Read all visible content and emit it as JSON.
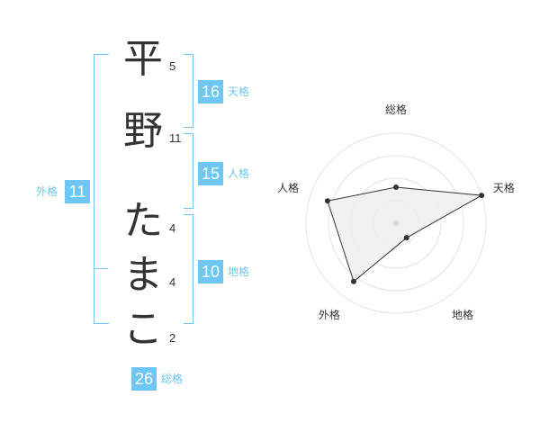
{
  "name": {
    "characters": [
      {
        "char": "平",
        "strokes": "5"
      },
      {
        "char": "野",
        "strokes": "11"
      },
      {
        "char": "た",
        "strokes": "4"
      },
      {
        "char": "ま",
        "strokes": "4"
      },
      {
        "char": "こ",
        "strokes": "2"
      }
    ]
  },
  "fortune": {
    "tenkaku": {
      "value": "16",
      "label": "天格"
    },
    "jinkaku": {
      "value": "15",
      "label": "人格"
    },
    "chikaku": {
      "value": "10",
      "label": "地格"
    },
    "gaikaku": {
      "value": "11",
      "label": "外格"
    },
    "soukaku": {
      "value": "26",
      "label": "総格"
    }
  },
  "colors": {
    "accent": "#6ec6f5",
    "text": "#333333"
  },
  "chart_data": {
    "type": "radar",
    "categories": [
      "総格",
      "天格",
      "地格",
      "外格",
      "人格"
    ],
    "values": [
      2,
      5,
      1,
      4,
      4
    ],
    "scale_max": 5,
    "rings": 4
  }
}
